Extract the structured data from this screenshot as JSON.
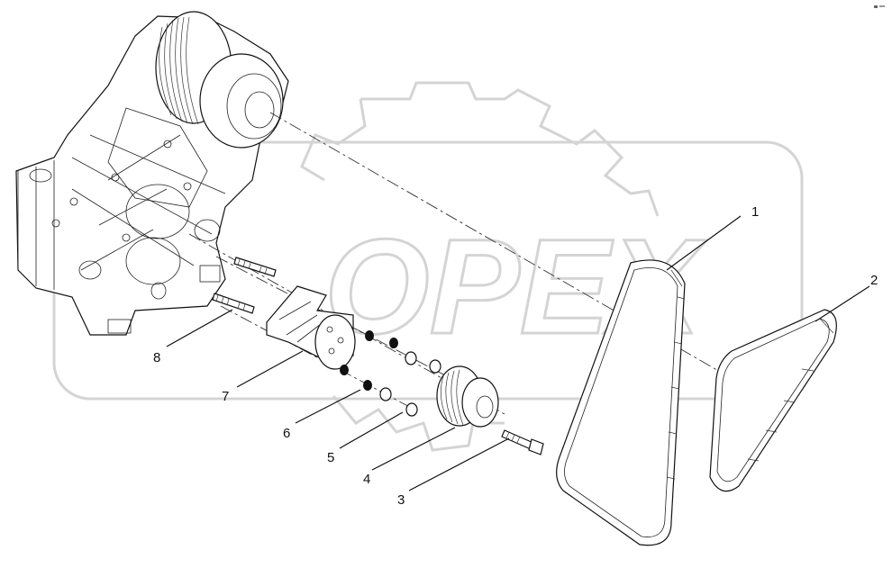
{
  "callouts": [
    {
      "id": "1",
      "text": "1"
    },
    {
      "id": "2",
      "text": "2"
    },
    {
      "id": "3",
      "text": "3"
    },
    {
      "id": "4",
      "text": "4"
    },
    {
      "id": "5",
      "text": "5"
    },
    {
      "id": "6",
      "text": "6"
    },
    {
      "id": "7",
      "text": "7"
    },
    {
      "id": "8",
      "text": "8"
    }
  ],
  "watermark": {
    "text": "OPEX",
    "color": "#d4d4d4"
  }
}
